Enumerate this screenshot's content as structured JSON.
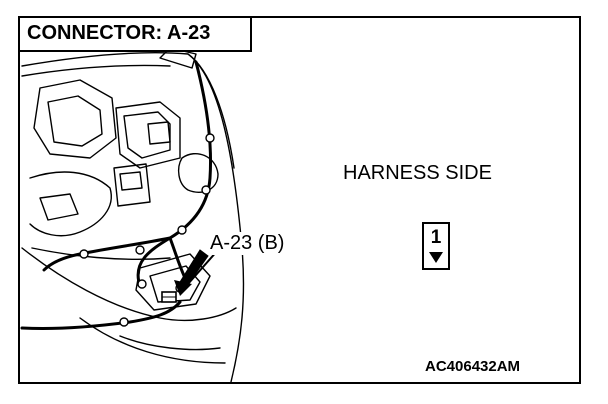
{
  "title": "CONNECTOR: A-23",
  "view_label": "HARNESS SIDE",
  "callout_label": "A-23 (B)",
  "connector_face": {
    "pin_number": "1",
    "key": "down-triangle-icon"
  },
  "reference_code": "AC406432AM",
  "colors": {
    "line": "#000000",
    "background": "#ffffff"
  }
}
